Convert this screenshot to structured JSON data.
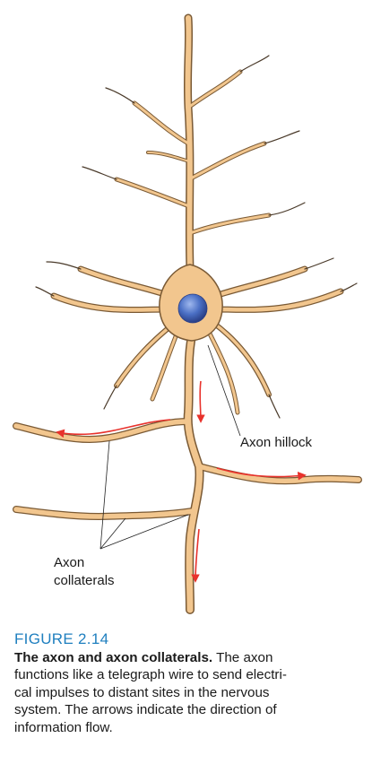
{
  "labels": {
    "axon_hillock": "Axon hillock",
    "axon_collaterals_line1": "Axon",
    "axon_collaterals_line2": "collaterals"
  },
  "figure": {
    "number": "FIGURE 2.14",
    "caption_title": "The axon and axon collaterals.",
    "caption_line1": " The axon",
    "caption_line2": "functions like a telegraph wire to send electri-",
    "caption_line3": "cal impulses to distant sites in the nervous",
    "caption_line4": "system. The arrows indicate the direction of",
    "caption_line5": "information flow."
  },
  "colors": {
    "neuron_fill": "#f2c68e",
    "neuron_outline": "#7a5a35",
    "nucleus": "#4a6fc4",
    "arrow": "#e8322c",
    "figure_number": "#1f7fbf"
  }
}
